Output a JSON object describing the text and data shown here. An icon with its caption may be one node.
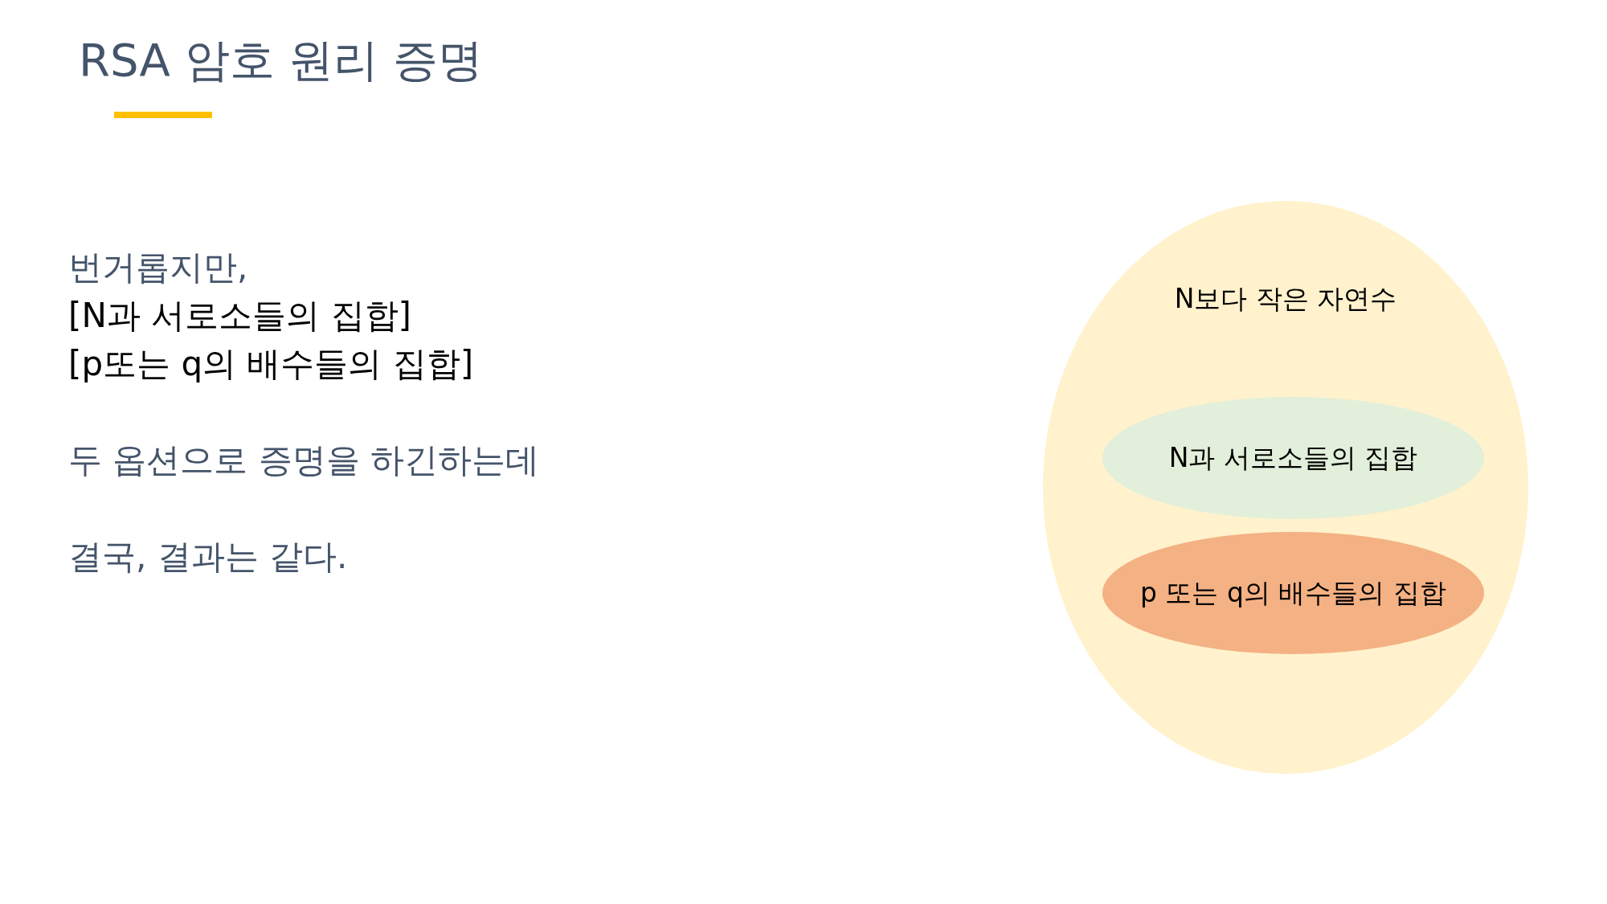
{
  "diagram": {
    "title": "RSA 암호 원리 증명",
    "nodes": [
      {
        "text": [
          "N보다 작은 자연수"
        ]
      },
      {
        "text": [
          "N과 서로소들의 집합"
        ],
        "in": 0
      },
      {
        "text": [
          "p 또는 q의 배수들의 집합"
        ],
        "in": 0
      }
    ],
    "labels": [
      "번거롭지만,",
      "[N과 서로소들의 집합]",
      "[p또는 q의 배수들의 집합]",
      "두 옵션으로 증명을 하긴하는데",
      "결국, 결과는 같다."
    ]
  }
}
